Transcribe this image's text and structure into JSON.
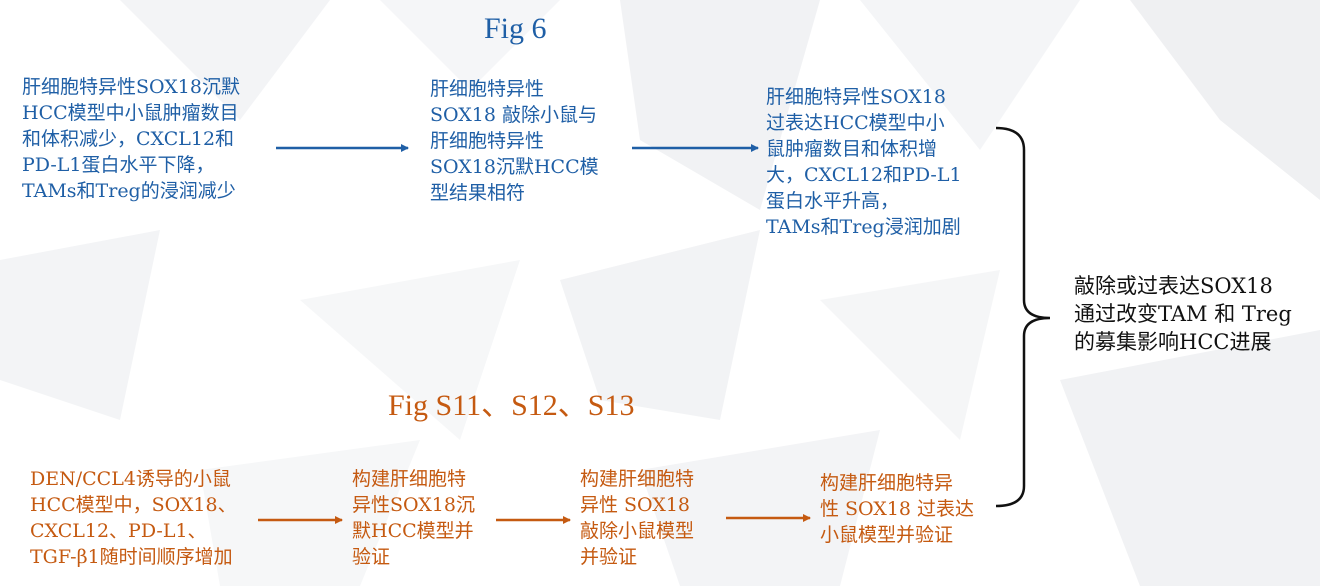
{
  "fig6": {
    "title": "Fig 6",
    "box1": "肝细胞特异性SOX18沉默\nHCC模型中小鼠肿瘤数目\n和体积减少，CXCL12和\nPD-L1蛋白水平下降，\nTAMs和Treg的浸润减少",
    "box2": "肝细胞特异性\nSOX18 敲除小鼠与\n肝细胞特异性\nSOX18沉默HCC模\n型结果相符",
    "box3": "肝细胞特异性SOX18\n过表达HCC模型中小\n鼠肿瘤数目和体积增\n大，CXCL12和PD-L1\n蛋白水平升高，\nTAMs和Treg浸润加剧"
  },
  "figs": {
    "title": "Fig S11、S12、S13",
    "box1": "DEN/CCL4诱导的小鼠\nHCC模型中，SOX18、\nCXCL12、PD-L1、\nTGF-β1随时间顺序增加",
    "box2": "构建肝细胞特\n异性SOX18沉\n默HCC模型并\n验证",
    "box3": "构建肝细胞特\n异性 SOX18\n敲除小鼠模型\n并验证",
    "box4": "构建肝细胞特异\n性 SOX18 过表达\n小鼠模型并验证"
  },
  "conclusion": "敲除或过表达SOX18\n通过改变TAM 和 Treg\n的募集影响HCC进展",
  "colors": {
    "blue": "#1f5fa6",
    "orange": "#c55a11",
    "bracket": "#111111"
  }
}
